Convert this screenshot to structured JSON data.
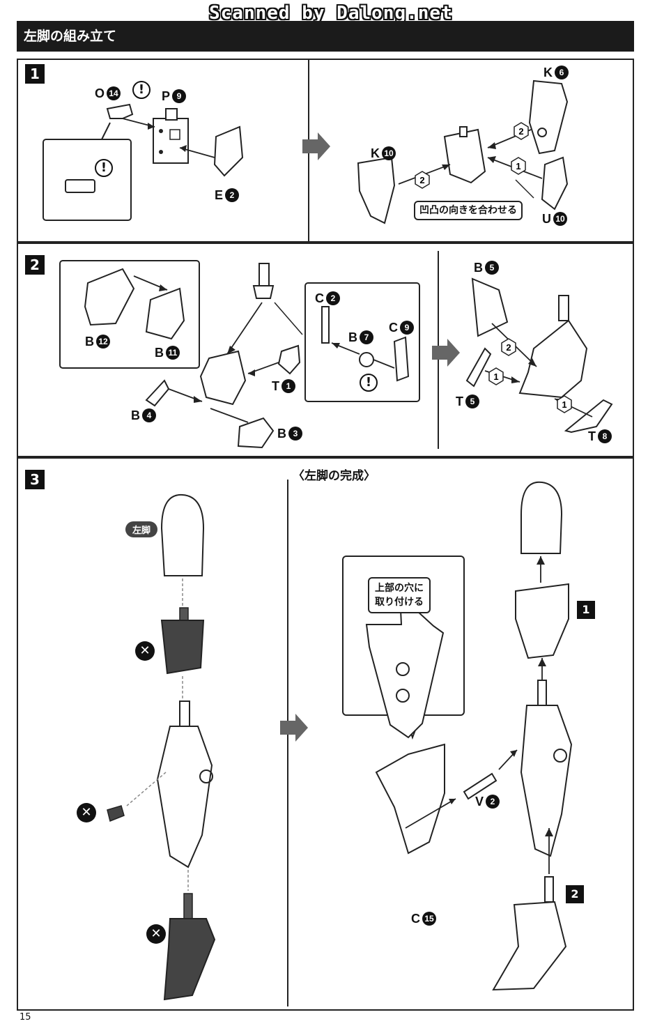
{
  "watermark": "Scanned by Dalong.net",
  "header": {
    "title": "左脚の組み立て"
  },
  "steps": {
    "s1": {
      "badge": "1",
      "parts": {
        "o": {
          "letter": "O",
          "num": "14"
        },
        "p": {
          "letter": "P",
          "num": "9"
        },
        "e": {
          "letter": "E",
          "num": "2"
        },
        "k10": {
          "letter": "K",
          "num": "10"
        },
        "k6": {
          "letter": "K",
          "num": "6"
        },
        "u": {
          "letter": "U",
          "num": "10"
        }
      },
      "caption": "凹凸の向きを合わせる",
      "order": [
        "1",
        "2",
        "2"
      ]
    },
    "s2": {
      "badge": "2",
      "parts": {
        "b12": {
          "letter": "B",
          "num": "12"
        },
        "b11": {
          "letter": "B",
          "num": "11"
        },
        "t1": {
          "letter": "T",
          "num": "1"
        },
        "b4": {
          "letter": "B",
          "num": "4"
        },
        "b3": {
          "letter": "B",
          "num": "3"
        },
        "c2": {
          "letter": "C",
          "num": "2"
        },
        "b7": {
          "letter": "B",
          "num": "7"
        },
        "c9": {
          "letter": "C",
          "num": "9"
        },
        "b5": {
          "letter": "B",
          "num": "5"
        },
        "t5": {
          "letter": "T",
          "num": "5"
        },
        "t8": {
          "letter": "T",
          "num": "8"
        }
      },
      "order": [
        "2",
        "1",
        "1"
      ]
    },
    "s3": {
      "badge": "3",
      "title": "〈左脚の完成〉",
      "tag": "左脚",
      "caption_line1": "上部の穴に",
      "caption_line2": "取り付ける",
      "parts": {
        "v": {
          "letter": "V",
          "num": "2"
        },
        "c15": {
          "letter": "C",
          "num": "15"
        }
      },
      "sub_badges": [
        "1",
        "2"
      ]
    }
  },
  "page_number": "15"
}
